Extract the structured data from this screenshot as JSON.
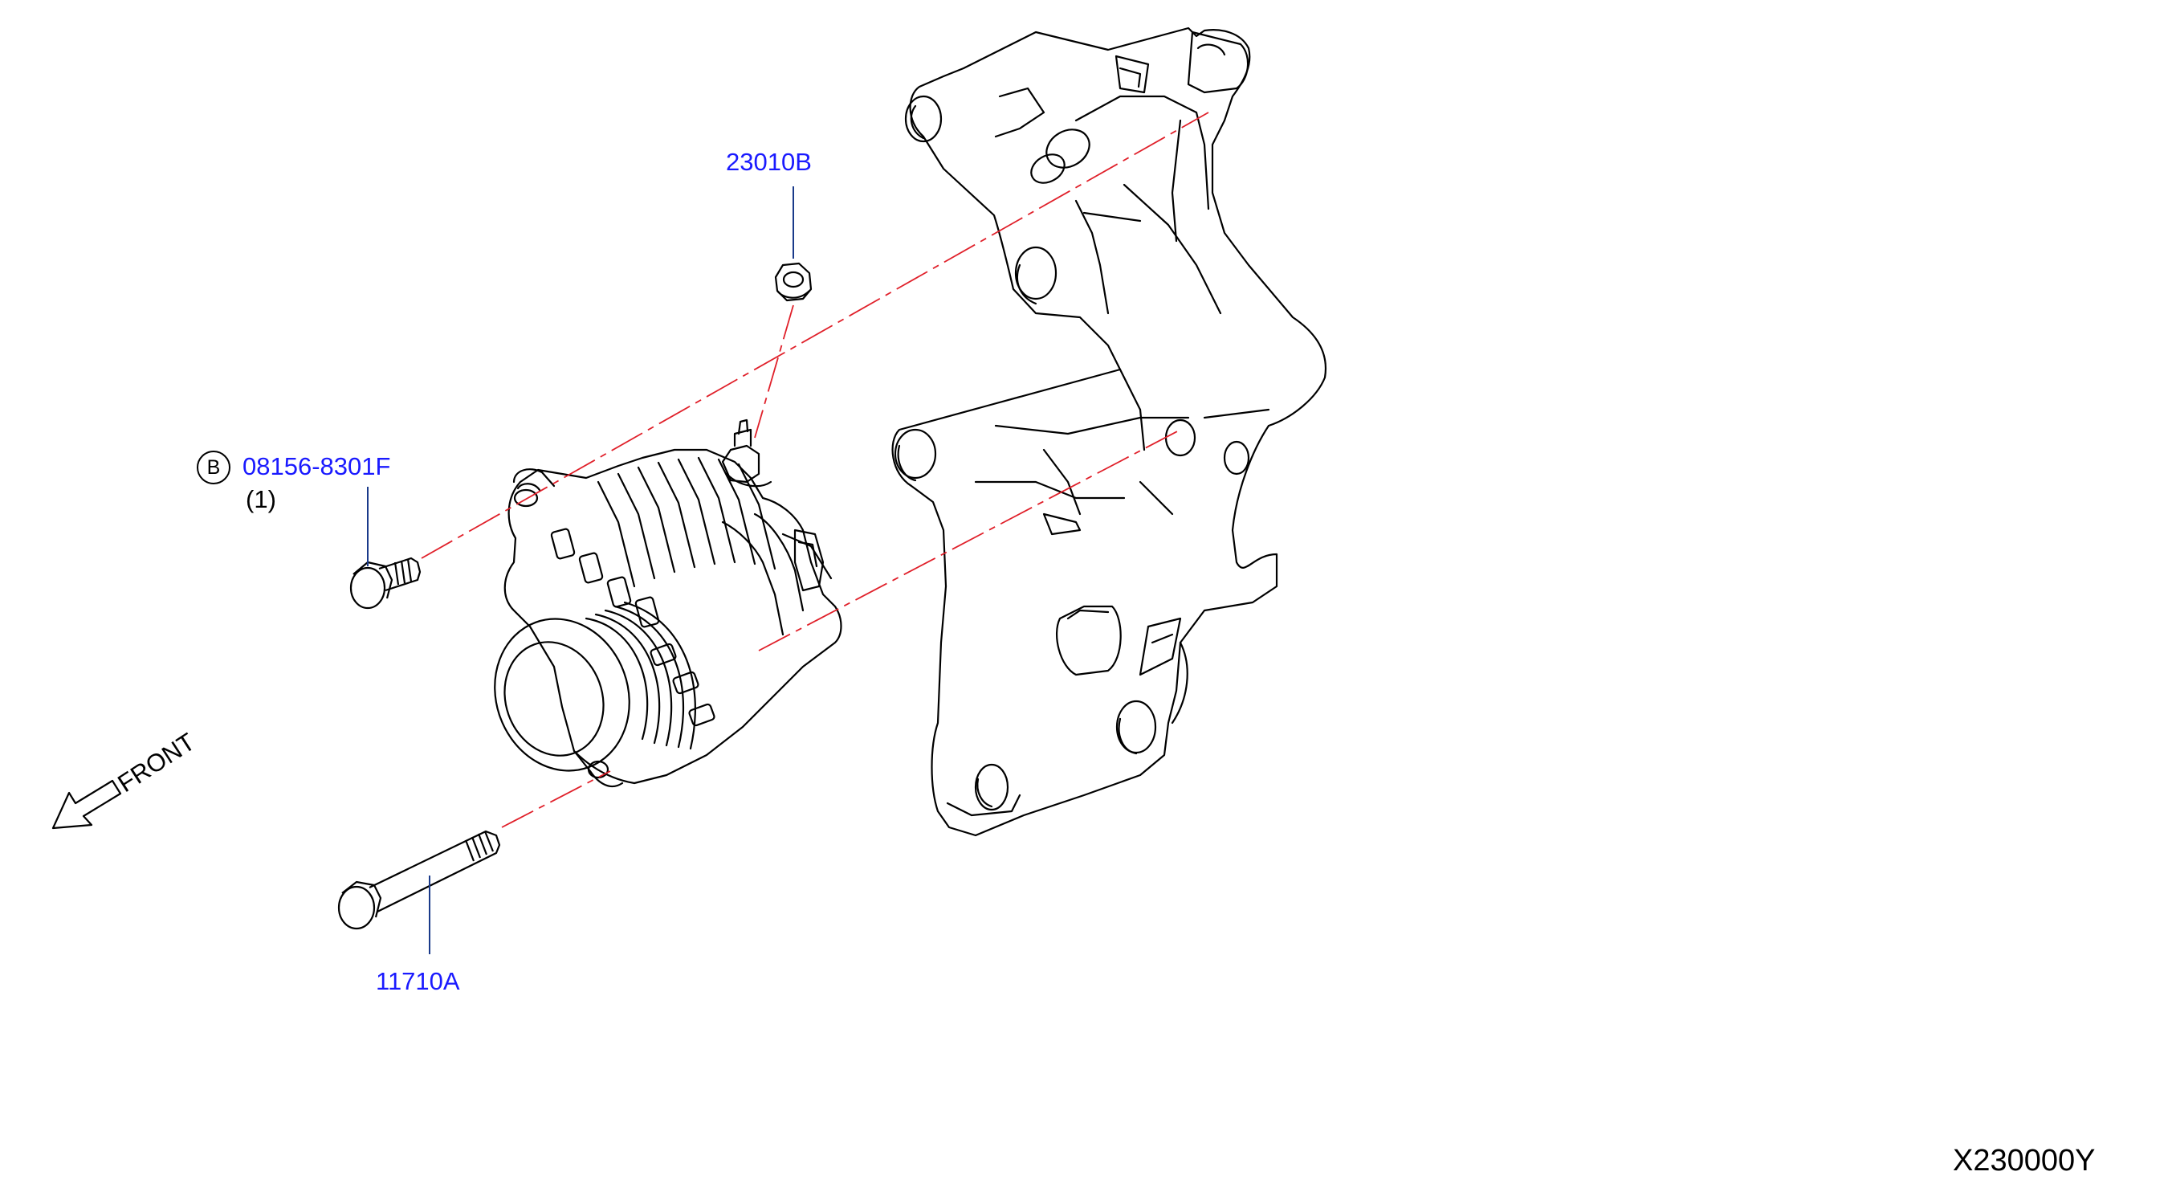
{
  "colors": {
    "callout_text": "#1a1aff",
    "leader_line": "#1a3a8a",
    "centerline": "#e0202a",
    "drawing": "#000000"
  },
  "callouts": {
    "nut": {
      "part_number": "23010B"
    },
    "mount_bolt": {
      "reference": "B",
      "part_number": "08156-8301F",
      "quantity": "(1)"
    },
    "long_bolt": {
      "part_number": "11710A"
    }
  },
  "front_indicator": {
    "label": "FRONT",
    "icon": "front-arrow-icon"
  },
  "diagram_code": "X230000Y"
}
